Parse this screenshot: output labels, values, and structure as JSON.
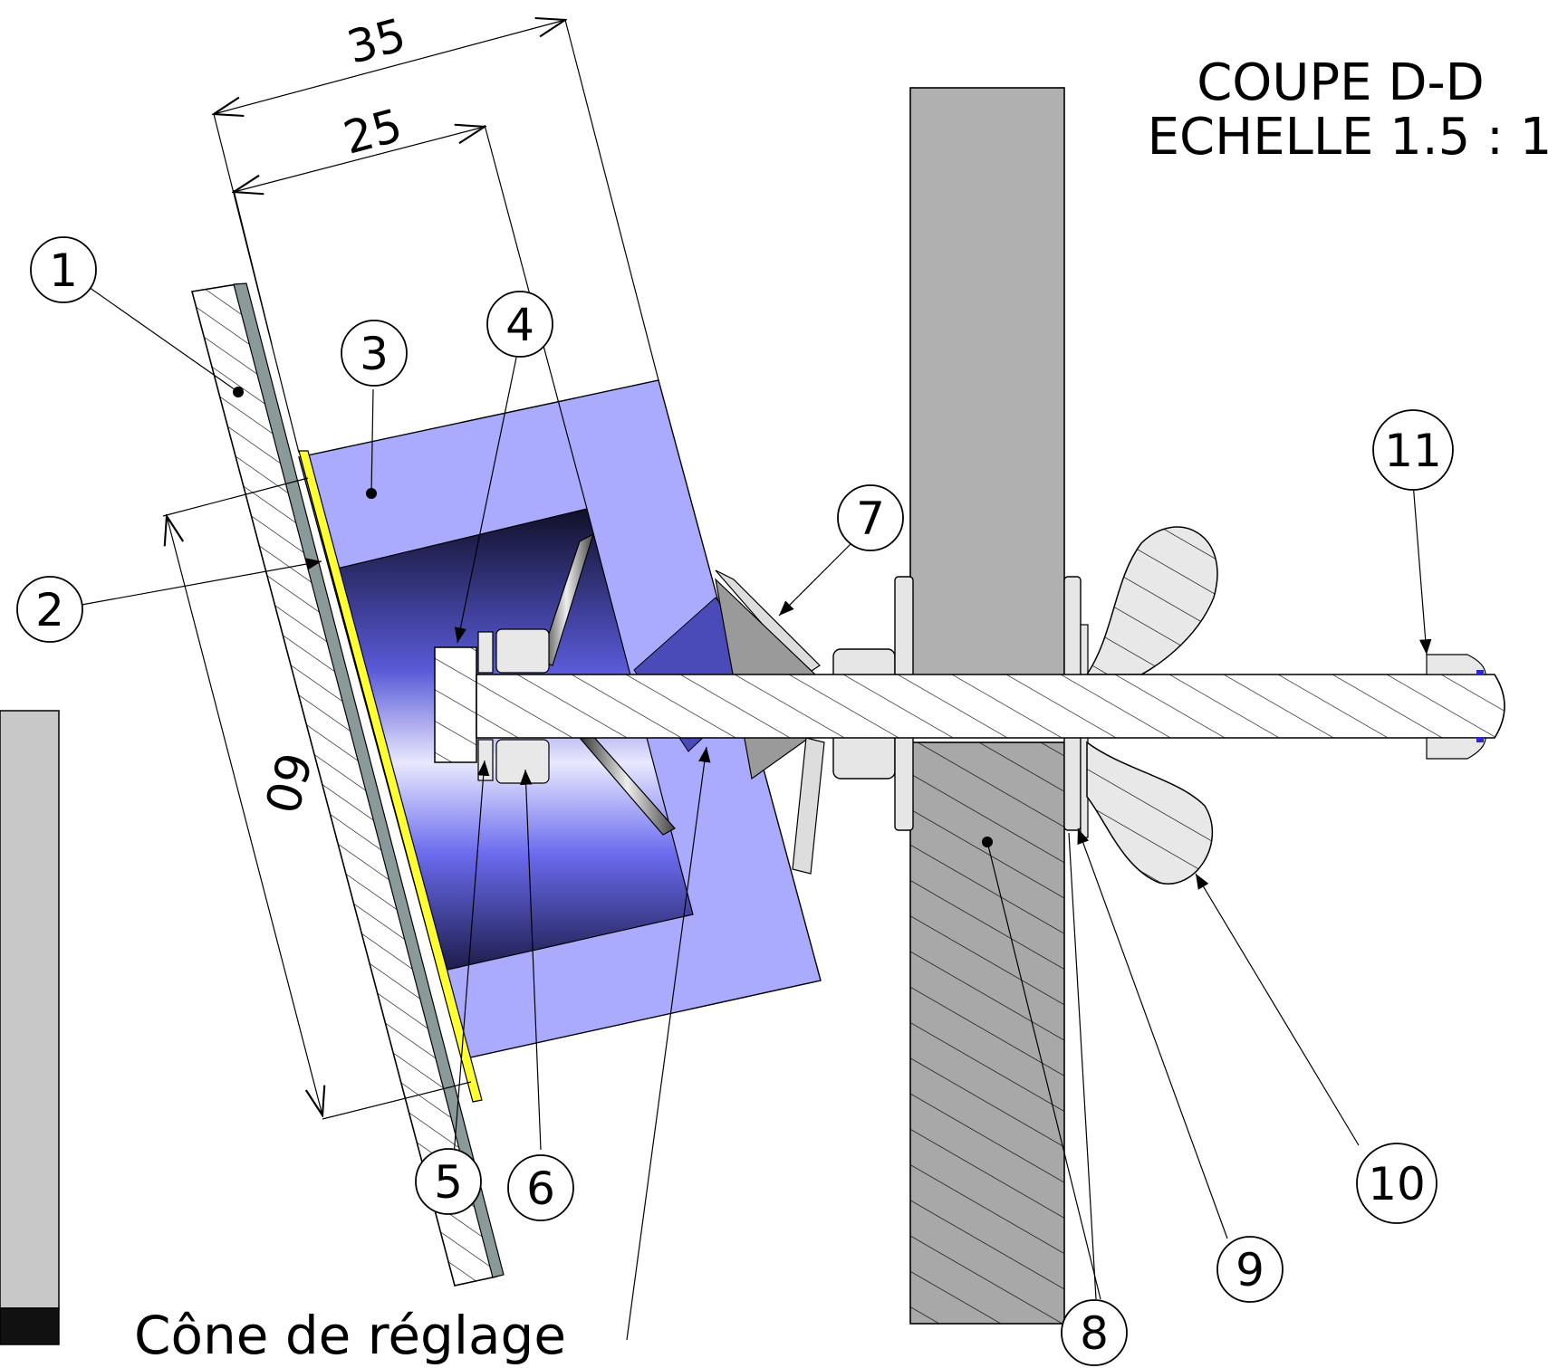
{
  "view": {
    "title": "COUPE D-D",
    "scale": "ECHELLE 1.5 : 1"
  },
  "dimensions": {
    "overall": "35",
    "inner": "25",
    "height": "60"
  },
  "balloons": [
    "1",
    "2",
    "3",
    "4",
    "5",
    "6",
    "7",
    "8",
    "9",
    "10",
    "11"
  ],
  "annotation": "Cône de réglage",
  "colors": {
    "housing": "#aaaaff",
    "cone_dark": "#1a1a3a",
    "yellow_layer": "#ffff33",
    "plate": "#b0b0b0",
    "side_block": "#c8c8c8",
    "hatch": "#000000"
  }
}
